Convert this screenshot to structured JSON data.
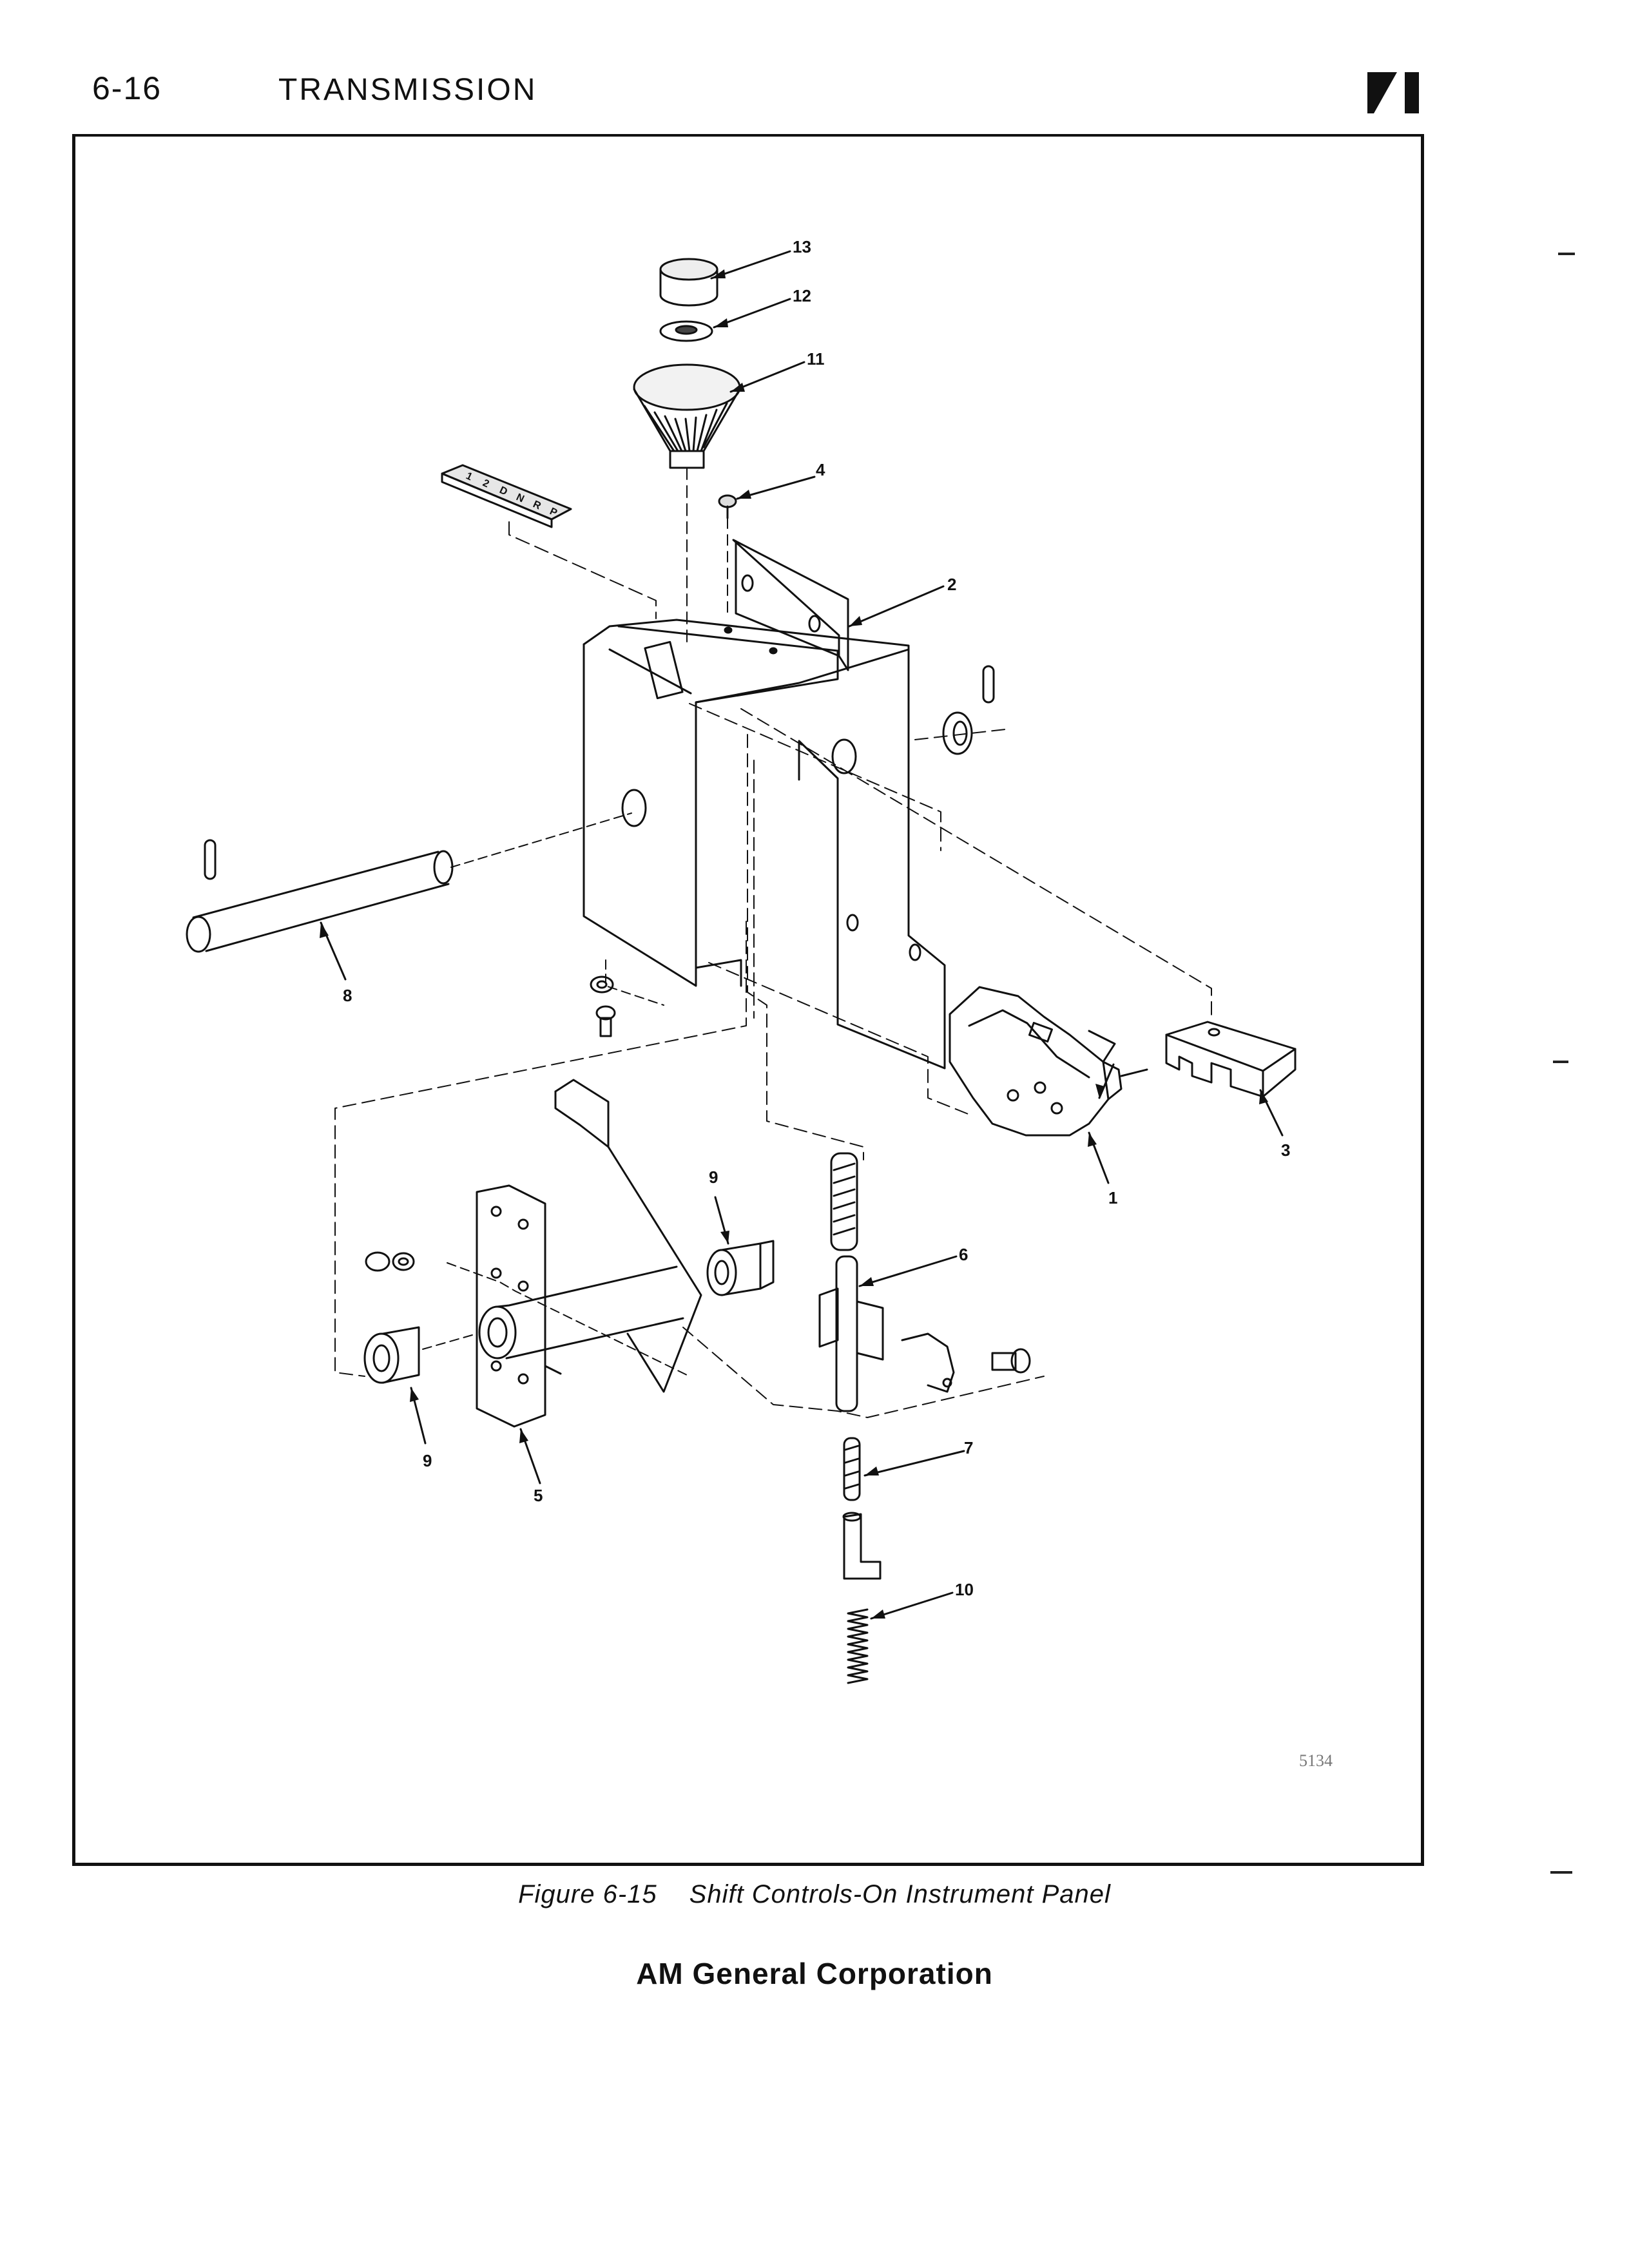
{
  "header": {
    "page_number": "6-16",
    "section_title": "TRANSMISSION",
    "logo_icon": "manufacturer-logo-icon"
  },
  "figure": {
    "callouts": {
      "c1": "1",
      "c2": "2",
      "c3": "3",
      "c4": "4",
      "c5": "5",
      "c6": "6",
      "c7": "7",
      "c8": "8",
      "c9a": "9",
      "c9b": "9",
      "c10": "10",
      "c11": "11",
      "c12": "12",
      "c13": "13"
    },
    "plate_marks": [
      "1",
      "2",
      "D",
      "N",
      "R",
      "P"
    ],
    "reference_number": "5134",
    "caption_number": "Figure 6-15",
    "caption_title": "Shift Controls-On Instrument Panel"
  },
  "footer": {
    "company": "AM General Corporation"
  }
}
